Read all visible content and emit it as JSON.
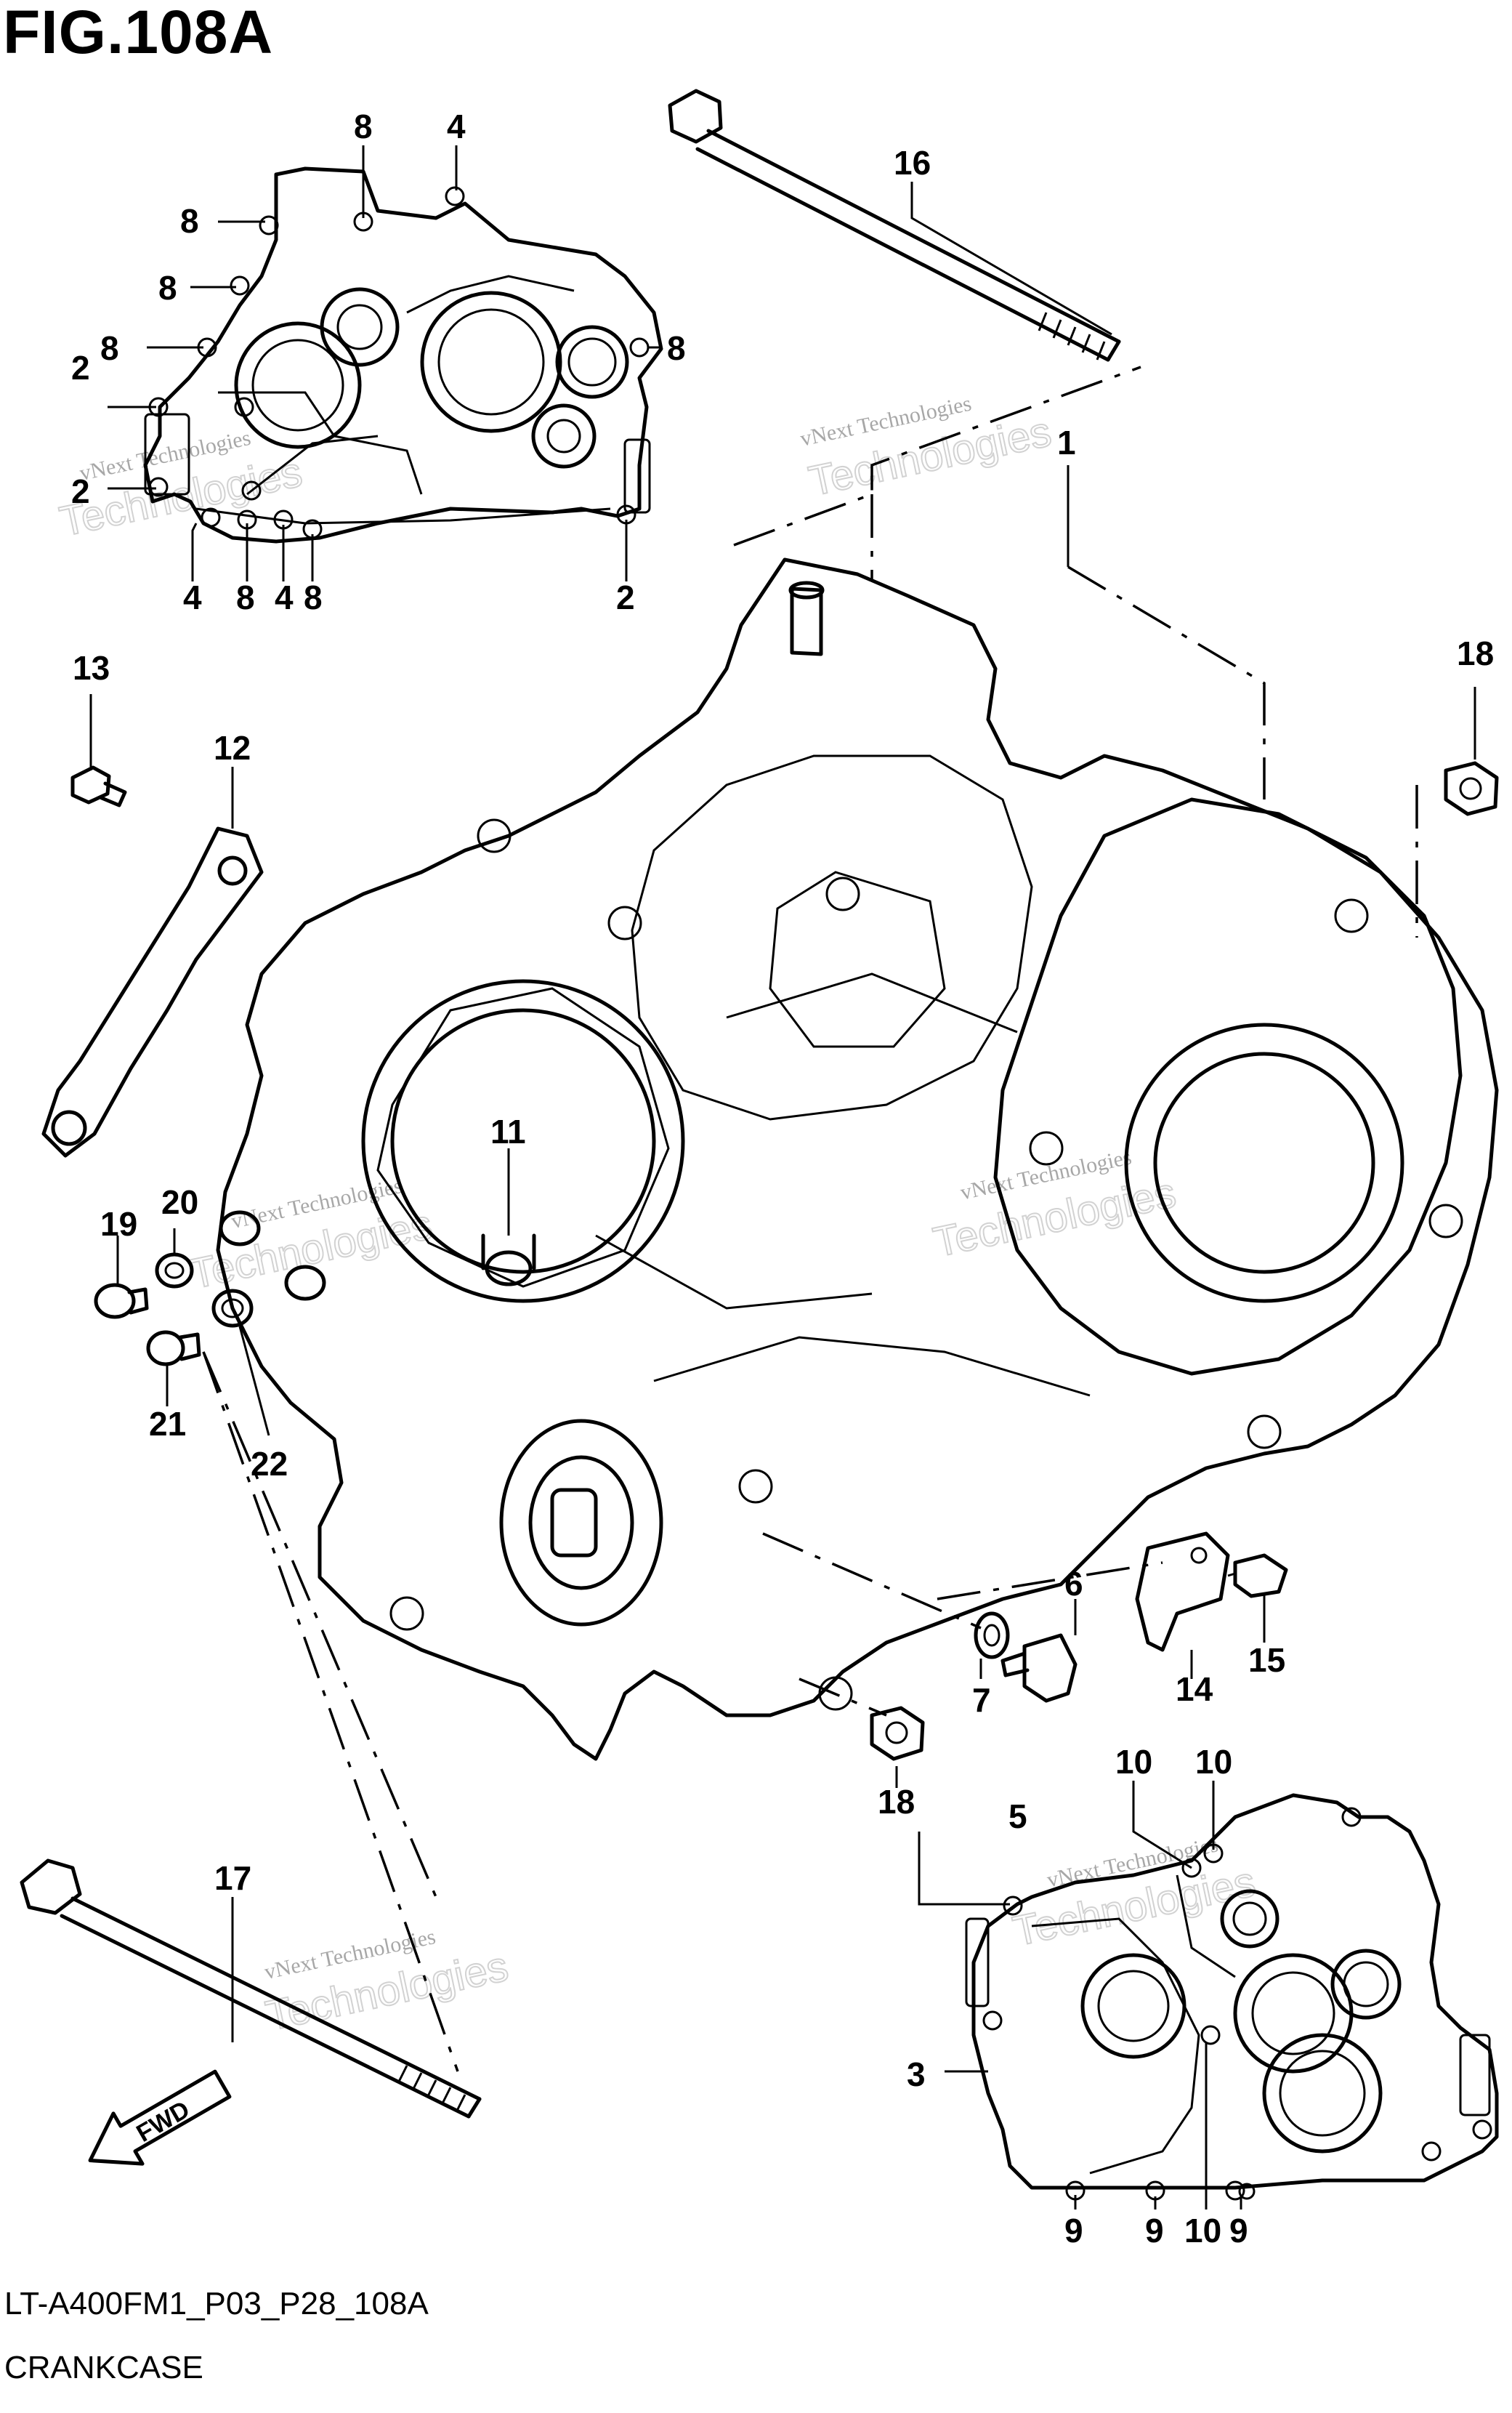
{
  "figure": {
    "title": "FIG.108A",
    "code": "LT-A400FM1_P03_P28_108A",
    "name": "CRANKCASE"
  },
  "fwd_label": "FWD",
  "watermark": {
    "line1": "vNext Technologies",
    "line2": "Technologies"
  },
  "callouts": [
    "1",
    "2",
    "2",
    "2",
    "3",
    "4",
    "4",
    "4",
    "5",
    "6",
    "7",
    "8",
    "8",
    "8",
    "8",
    "8",
    "8",
    "8",
    "9",
    "9",
    "9",
    "10",
    "10",
    "10",
    "11",
    "12",
    "13",
    "14",
    "15",
    "16",
    "17",
    "18",
    "18",
    "19",
    "20",
    "21",
    "22"
  ]
}
